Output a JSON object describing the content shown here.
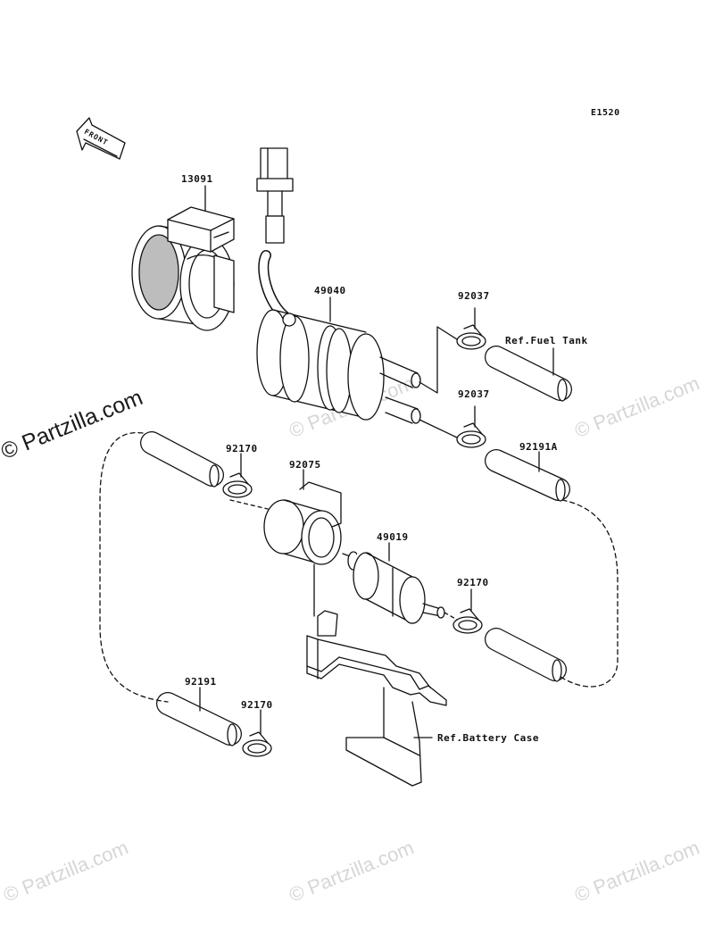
{
  "diagram_code": "E1520",
  "front_arrow_label": "FRONT",
  "watermarks": {
    "main": "© Partzilla.com",
    "faint": "© Partzilla.com"
  },
  "labels": {
    "p13091": "13091",
    "p49040": "49040",
    "p92037a": "92037",
    "p92037b": "92037",
    "ref_fuel_tank": "Ref.Fuel Tank",
    "p92170a": "92170",
    "p92075": "92075",
    "p92191A": "92191A",
    "p49019": "49019",
    "p92170b": "92170",
    "p92191": "92191",
    "p92170c": "92170",
    "ref_battery_case": "Ref.Battery Case"
  },
  "colors": {
    "line": "#111111",
    "shade": "#bdbdbd",
    "watermark": "#d6d6d6"
  }
}
